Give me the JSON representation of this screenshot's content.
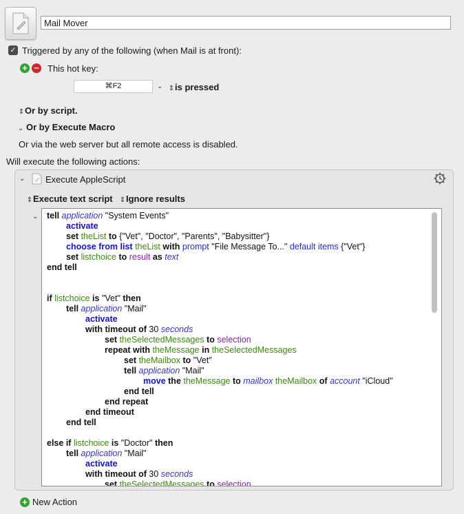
{
  "macro": {
    "name": "Mail Mover"
  },
  "trigger": {
    "header": "Triggered by any of the following (when Mail is at front):",
    "hotkey_label": "This hot key:",
    "hotkey_value": "⌘F2",
    "hotkey_state": "is pressed",
    "or_by_script": "Or by script.",
    "or_by_execute_macro": "Or by Execute Macro",
    "web_server_note": "Or via the web server but all remote access is disabled."
  },
  "actions": {
    "header": "Will execute the following actions:",
    "action_title": "Execute AppleScript",
    "mode_option": "Execute text script",
    "results_option": "Ignore results",
    "script_text": "tell application \"System Events\"\n\tactivate\n\tset theList to {\"Vet\", \"Doctor\", \"Parents\", \"Babysitter\"}\n\tchoose from list theList with prompt \"File Message To...\" default items {\"Vet\"}\n\tset listchoice to result as text\nend tell\n\n\nif listchoice is \"Vet\" then\n\ttell application \"Mail\"\n\t\tactivate\n\t\twith timeout of 30 seconds\n\t\t\tset theSelectedMessages to selection\n\t\t\trepeat with theMessage in theSelectedMessages\n\t\t\t\tset theMailbox to \"Vet\"\n\t\t\t\ttell application \"Mail\"\n\t\t\t\t\tmove the theMessage to mailbox theMailbox of account \"iCloud\"\n\t\t\t\tend tell\n\t\t\tend repeat\n\t\tend timeout\n\tend tell\n\nelse if listchoice is \"Doctor\" then\n\ttell application \"Mail\"\n\t\tactivate\n\t\twith timeout of 30 seconds\n\t\t\tset theSelectedMessages to selection"
  },
  "footer": {
    "new_action": "New Action"
  },
  "icons": {
    "checkbox": "checkmark-icon",
    "add": "plus-icon",
    "remove": "minus-icon",
    "gear": "gear-timer-icon",
    "disclosure": "chevron-down-icon",
    "stepper": "up-down-arrows-icon"
  },
  "colors": {
    "keyword": "#111111",
    "application_class": "#3535d0",
    "variable": "#3d8a11",
    "property": "#8a1fa8",
    "add_green": "#2fa530",
    "remove_red": "#d7252d"
  }
}
